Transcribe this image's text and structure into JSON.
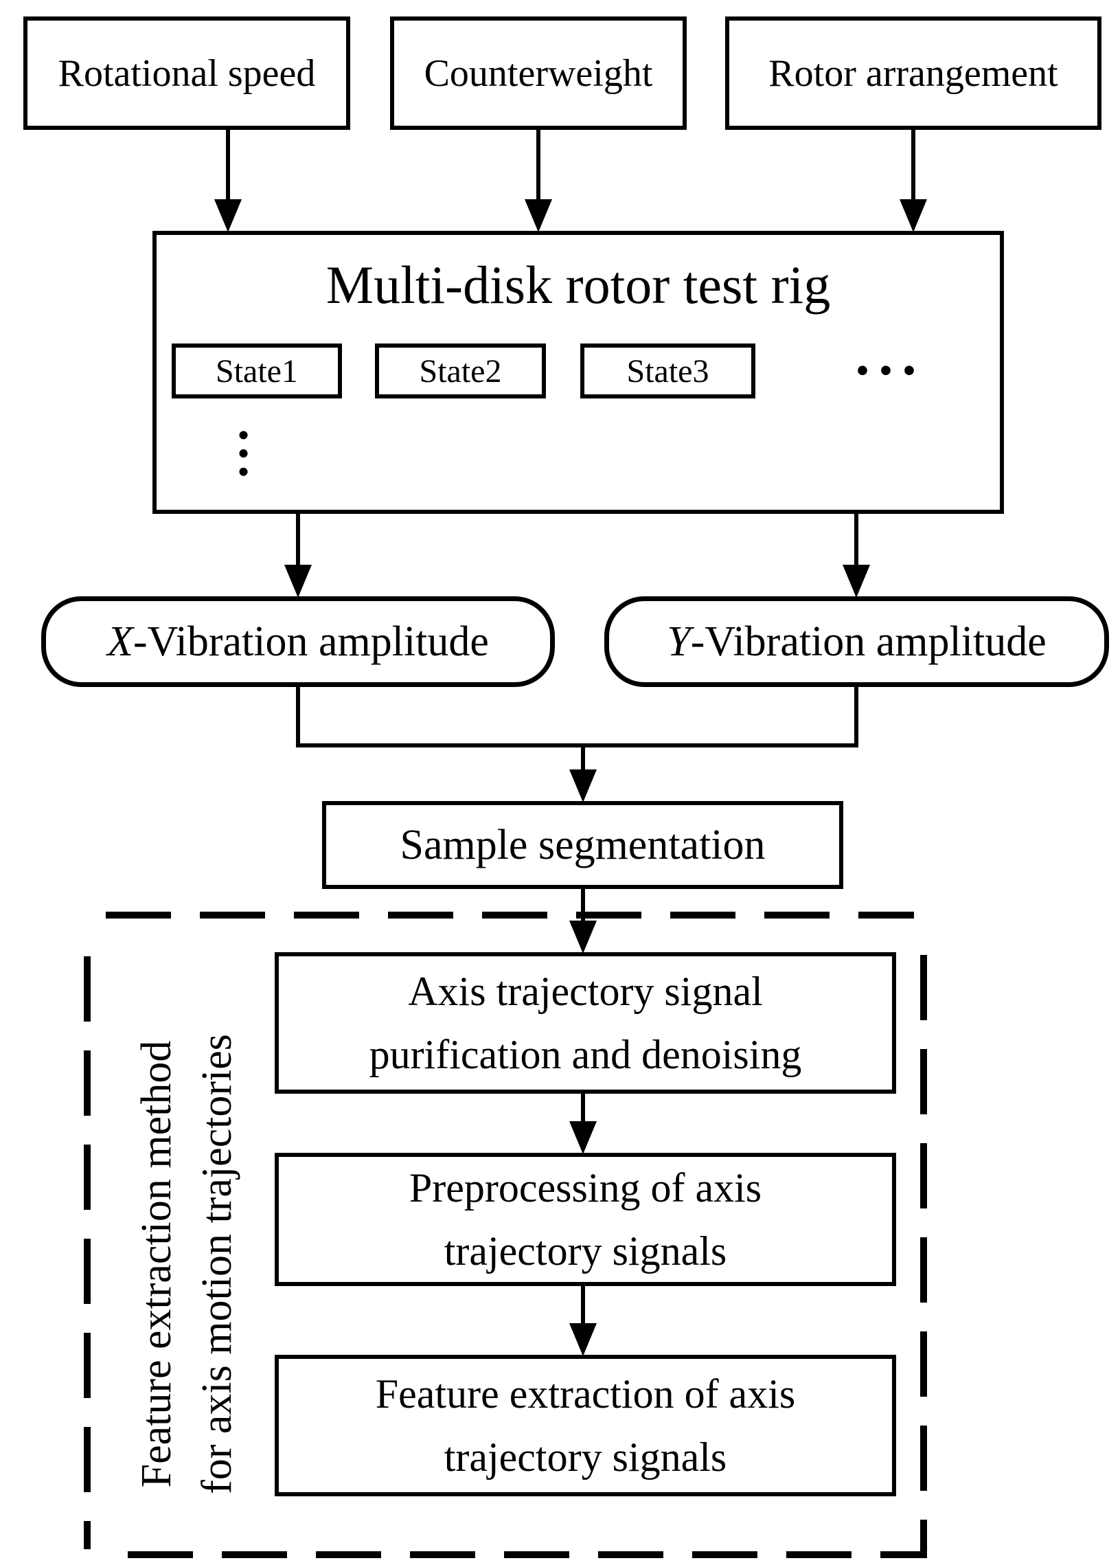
{
  "page": {
    "background": "#ffffff",
    "ink": "#000000"
  },
  "flowchart": {
    "inputs": [
      {
        "label": "Rotational speed"
      },
      {
        "label": "Counterweight"
      },
      {
        "label": "Rotor arrangement"
      }
    ],
    "test_rig": {
      "title": "Multi-disk rotor test rig",
      "states": [
        {
          "label": "State1"
        },
        {
          "label": "State2"
        },
        {
          "label": "State3"
        }
      ],
      "ellipsis_horizontal": "···",
      "ellipsis_vertical": "···"
    },
    "amplitudes": [
      {
        "prefix": "X",
        "label": "-Vibration amplitude"
      },
      {
        "prefix": "Y",
        "label": "-Vibration amplitude"
      }
    ],
    "segmentation": {
      "label": "Sample segmentation"
    },
    "method": {
      "label_line1": "Feature extraction method",
      "label_line2": "for axis motion trajectories",
      "steps": [
        {
          "line1": "Axis trajectory signal",
          "line2": "purification and denoising"
        },
        {
          "line1": "Preprocessing of axis",
          "line2": "trajectory signals"
        },
        {
          "line1": "Feature extraction of axis",
          "line2": "trajectory signals"
        }
      ]
    }
  }
}
